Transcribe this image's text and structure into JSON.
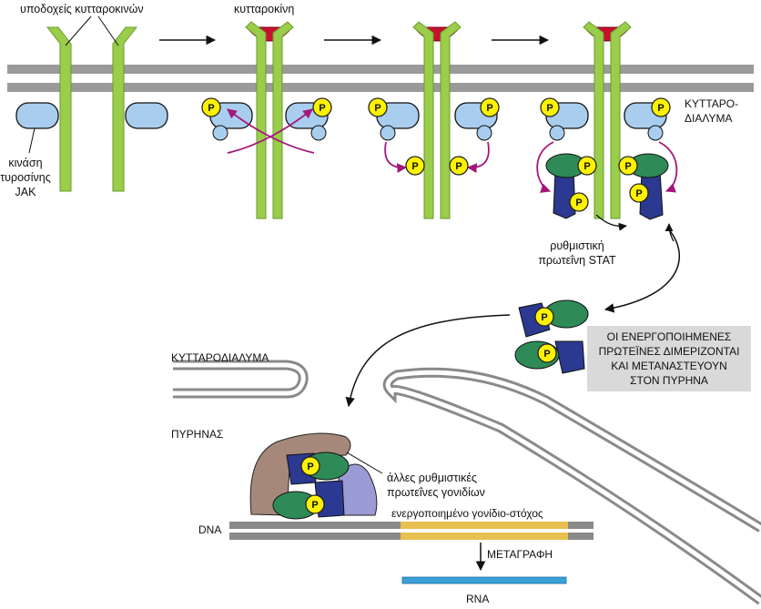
{
  "labels": {
    "receptors": "υποδοχείς κυτταροκινών",
    "cytokine": "κυτταροκίνη",
    "cytosol_right_1": "ΚΥΤΤΑΡΟ-",
    "cytosol_right_2": "ΔΙΑΛΥΜΑ",
    "jak_1": "κινάση",
    "jak_2": "τυροσίνης",
    "jak_3": "JAK",
    "stat_1": "ρυθμιστική",
    "stat_2": "πρωτεΐνη STAT",
    "cytosol_left": "ΚΥΤΤΑΡΟΔΙΑΛΥΜΑ",
    "nucleus": "ΠΥΡΗΝΑΣ",
    "other_reg_1": "άλλες ρυθμιστικές",
    "other_reg_2": "πρωτεΐνες γονιδίων",
    "dna": "DNA",
    "target_gene": "ενεργοποιημένο γονίδιο-στόχος",
    "transcription": "ΜΕΤΑΓΡΑΦΗ",
    "rna": "RNA",
    "phospho": "P"
  },
  "info_box": {
    "line1": "ΟΙ ΕΝΕΡΓΟΠΟΙΗΜΕΝΕΣ",
    "line2": "ΠΡΩΤΕΪΝΕΣ ΔΙΜΕΡΙΖΟΝΤΑΙ",
    "line3": "ΚΑΙ ΜΕΤΑΝΑΣΤΕΥΟΥΝ",
    "line4": "ΣΤΟΝ ΠΥΡΗΝΑ"
  },
  "colors": {
    "membrane": "#9a9a9a",
    "receptor": "#9acd4a",
    "cytokine": "#c8102e",
    "jak": "#a9cdee",
    "phosphate": "#fff200",
    "stat_green": "#2e8b57",
    "stat_blue": "#2b3990",
    "arrow_magenta": "#a3177a",
    "gene": "#e8c04f",
    "rna": "#3aa0d8",
    "info_box": "#d9d9d9"
  }
}
